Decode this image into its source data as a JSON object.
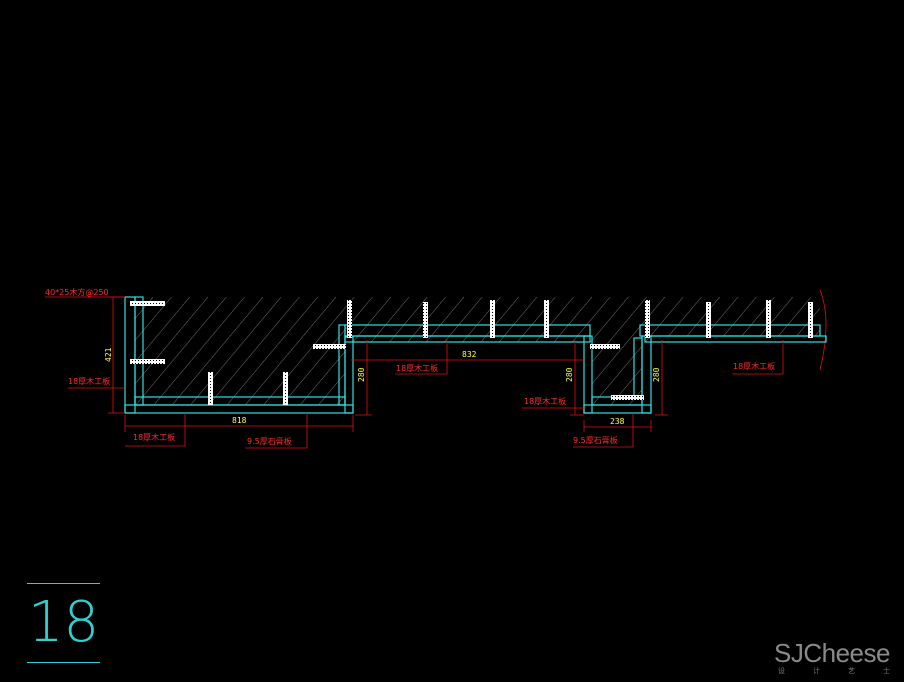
{
  "drawing": {
    "labels": {
      "batten": "40*25木方@250",
      "plywood_left": "18厚木工板",
      "plywood_bottom": "18厚木工板",
      "gypsum_left": "9.5厚石膏板",
      "plywood_mid": "18厚木工板",
      "plywood_drop": "18厚木工板",
      "gypsum_drop": "9.5厚石膏板",
      "plywood_right": "18厚木工板"
    },
    "dimensions": {
      "left_height": "421",
      "left_width": "818",
      "mid_width": "832",
      "h1": "280",
      "h2": "280",
      "h3": "280",
      "drop_width": "238"
    },
    "colors": {
      "structure": "#30e0e0",
      "annotation": "#e01010",
      "dimension_text": "#ffff40"
    }
  },
  "page_number": "18",
  "watermark": {
    "brand": "SJCheese",
    "sub": [
      "设",
      "计",
      "艺",
      "士"
    ]
  }
}
